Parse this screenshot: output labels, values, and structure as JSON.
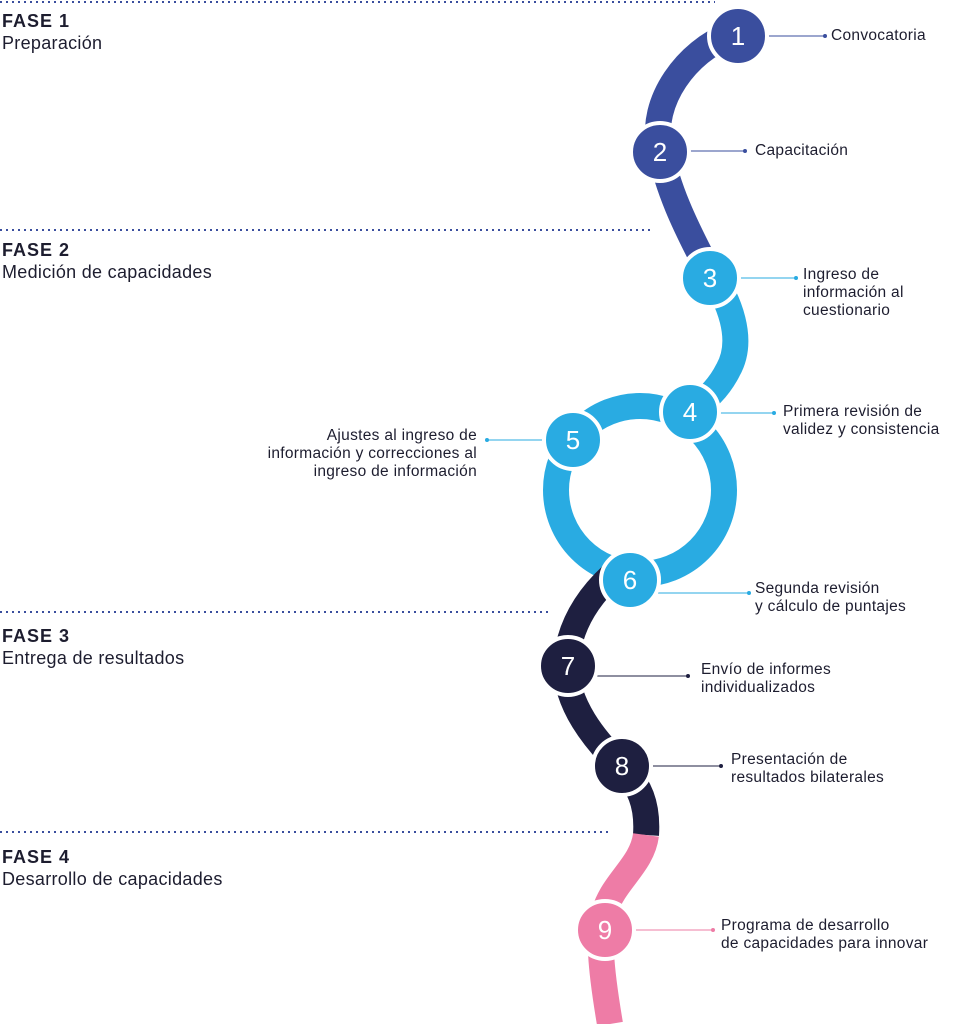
{
  "phases": [
    {
      "title": "FASE 1",
      "subtitle": "Preparación"
    },
    {
      "title": "FASE 2",
      "subtitle": "Medición de capacidades"
    },
    {
      "title": "FASE 3",
      "subtitle": "Entrega de resultados"
    },
    {
      "title": "FASE 4",
      "subtitle": "Desarrollo de capacidades"
    }
  ],
  "steps": [
    {
      "number": "1",
      "label": "Convocatoria",
      "phase": 1
    },
    {
      "number": "2",
      "label": "Capacitación",
      "phase": 1
    },
    {
      "number": "3",
      "label": "Ingreso de\ninformación al\ncuestionario",
      "phase": 2
    },
    {
      "number": "4",
      "label": "Primera revisión de\nvalidez y consistencia",
      "phase": 2
    },
    {
      "number": "5",
      "label": "Ajustes al ingreso de\ninformación y correcciones al\ningreso de información",
      "phase": 2
    },
    {
      "number": "6",
      "label": "Segunda revisión\ny cálculo de puntajes",
      "phase": 2
    },
    {
      "number": "7",
      "label": "Envío de informes\nindividualizados",
      "phase": 3
    },
    {
      "number": "8",
      "label": "Presentación de\nresultados bilaterales",
      "phase": 3
    },
    {
      "number": "9",
      "label": "Programa de desarrollo\nde capacidades para innovar",
      "phase": 4
    }
  ],
  "colors": {
    "phase1": "#3a4e9e",
    "phase2": "#29abe2",
    "phase3": "#1e1f40",
    "phase4": "#ee7ca6",
    "dotted_rule": "#3a4e9e"
  }
}
